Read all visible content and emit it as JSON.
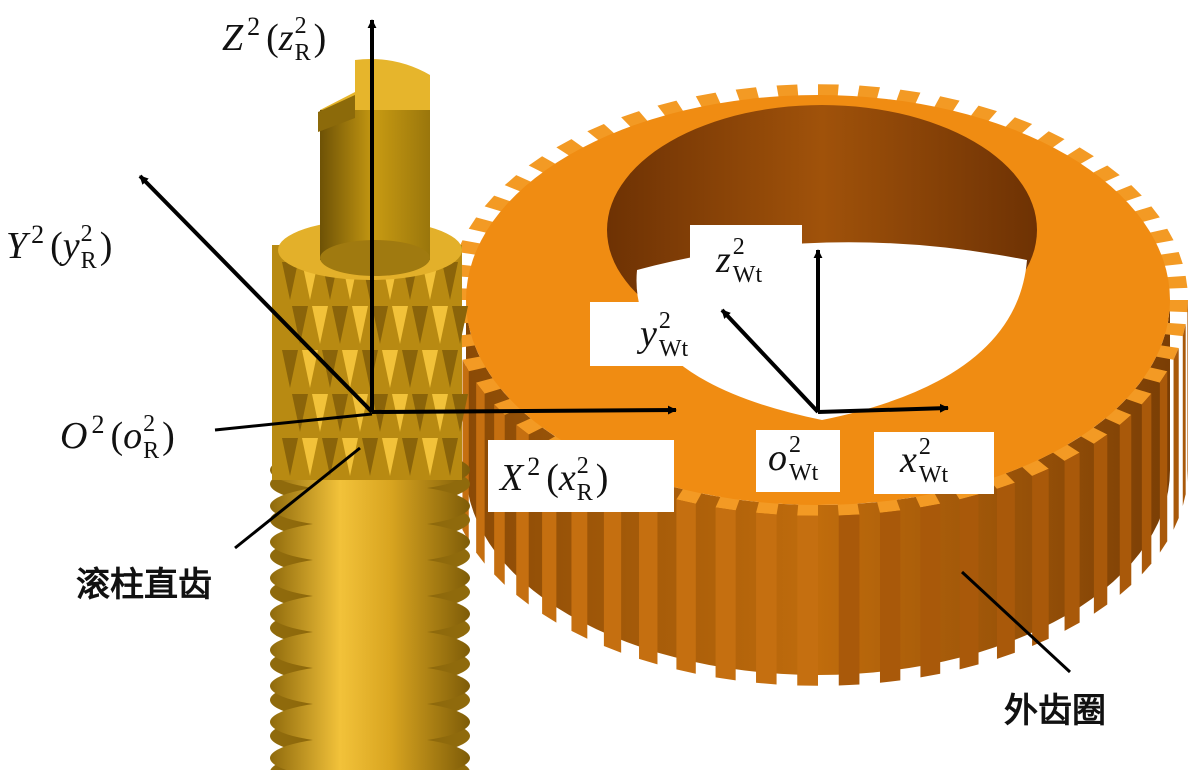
{
  "colors": {
    "ring_face": "#F08C12",
    "ring_side": "#B0600A",
    "ring_inner": "#8A4408",
    "roller": "#D9A520",
    "roller_dark": "#9C7410",
    "shaft": "#C79A12",
    "arrow": "#000000",
    "label_bg": "#FFFFFF"
  },
  "labels": {
    "Z": {
      "main": "Z",
      "sup": "2",
      "paren_open": "(",
      "sub_main": "z",
      "sub_sup": "2",
      "sub_sub": "R",
      "paren_close": ")"
    },
    "Y": {
      "main": "Y",
      "sup": "2",
      "paren_open": "(",
      "sub_main": "y",
      "sub_sup": "2",
      "sub_sub": "R",
      "paren_close": ")"
    },
    "O": {
      "main": "O",
      "sup": "2",
      "paren_open": "(",
      "sub_main": "o",
      "sub_sup": "2",
      "sub_sub": "R",
      "paren_close": ")"
    },
    "X": {
      "main": "X",
      "sup": "2",
      "paren_open": "(",
      "sub_main": "x",
      "sub_sup": "2",
      "sub_sub": "R",
      "paren_close": ")"
    },
    "zw": {
      "main": "z",
      "sup": "2",
      "sub": "Wt"
    },
    "yw": {
      "main": "y",
      "sup": "2",
      "sub": "Wt"
    },
    "ow": {
      "main": "o",
      "sup": "2",
      "sub": "Wt"
    },
    "xw": {
      "main": "x",
      "sup": "2",
      "sub": "Wt"
    }
  },
  "callouts": {
    "roller_gear": "滚柱直齿",
    "outer_ring": "外齿圈"
  }
}
